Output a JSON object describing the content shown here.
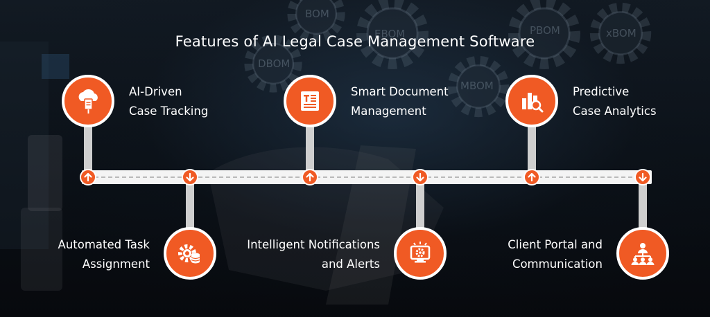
{
  "title": "Features of AI Legal Case Management Software",
  "background": {
    "gear_labels": [
      "BOM",
      "EBOM",
      "PBOM",
      "xBOM",
      "DBOM",
      "MBOM"
    ]
  },
  "colors": {
    "accent": "#f05a24",
    "track": "#f4f4f4",
    "text": "#ffffff"
  },
  "features": {
    "top": [
      {
        "line1": "AI-Driven",
        "line2": "Case Tracking",
        "icon": "cloud-document-icon",
        "arrow": "up"
      },
      {
        "line1": "Smart Document",
        "line2": "Management",
        "icon": "text-document-icon",
        "arrow": "up"
      },
      {
        "line1": "Predictive",
        "line2": "Case Analytics",
        "icon": "bar-chart-magnifier-icon",
        "arrow": "up"
      }
    ],
    "bottom": [
      {
        "line1": "Automated Task",
        "line2": "Assignment",
        "icon": "gear-database-icon",
        "arrow": "down"
      },
      {
        "line1": "Intelligent Notifications",
        "line2": "and Alerts",
        "icon": "monitor-gear-icon",
        "arrow": "down"
      },
      {
        "line1": "Client Portal and",
        "line2": "Communication",
        "icon": "people-network-icon",
        "arrow": "down"
      }
    ]
  }
}
